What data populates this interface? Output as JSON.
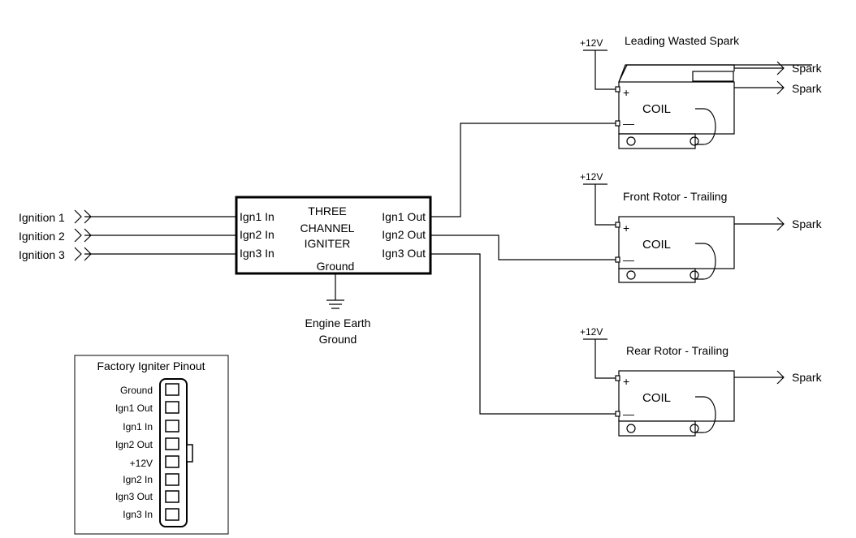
{
  "igniter": {
    "title": [
      "THREE",
      "CHANNEL",
      "IGNITER"
    ],
    "inputs": [
      "Ign1 In",
      "Ign2 In",
      "Ign3 In"
    ],
    "outputs": [
      "Ign1 Out",
      "Ign2 Out",
      "Ign3 Out"
    ],
    "ground": "Ground"
  },
  "sources": [
    "Ignition 1",
    "Ignition 2",
    "Ignition 3"
  ],
  "earth": [
    "Engine Earth",
    "Ground"
  ],
  "coils": [
    {
      "title": "Leading Wasted Spark",
      "supply": "+12V",
      "label": "COIL",
      "plus": "+",
      "minus": "—",
      "sparks": [
        "Spark",
        "Spark"
      ]
    },
    {
      "title": "Front Rotor - Trailing",
      "supply": "+12V",
      "label": "COIL",
      "plus": "+",
      "minus": "—",
      "sparks": [
        "Spark"
      ]
    },
    {
      "title": "Rear Rotor - Trailing",
      "supply": "+12V",
      "label": "COIL",
      "plus": "+",
      "minus": "—",
      "sparks": [
        "Spark"
      ]
    }
  ],
  "pinout": {
    "title": "Factory Igniter Pinout",
    "pins": [
      "Ground",
      "Ign1 Out",
      "Ign1 In",
      "Ign2 Out",
      "+12V",
      "Ign2 In",
      "Ign3 Out",
      "Ign3 In"
    ]
  }
}
